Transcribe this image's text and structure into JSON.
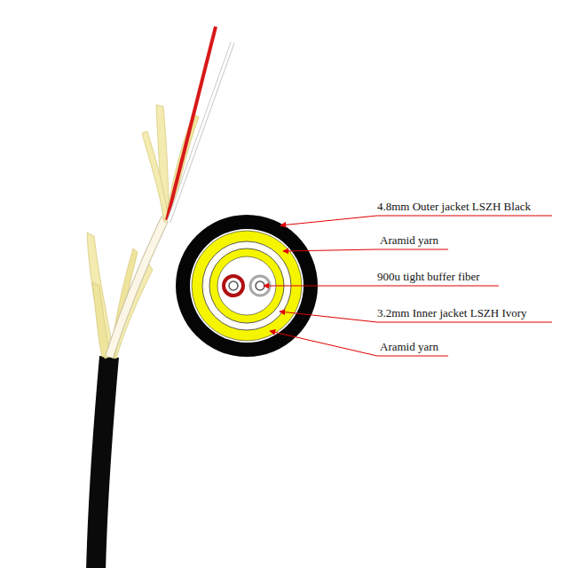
{
  "diagram": {
    "labels": [
      "4.8mm Outer jacket LSZH Black",
      "Aramid yarn",
      "900u tight buffer fiber",
      "3.2mm Inner jacket LSZH Ivory",
      "Aramid yarn"
    ]
  }
}
